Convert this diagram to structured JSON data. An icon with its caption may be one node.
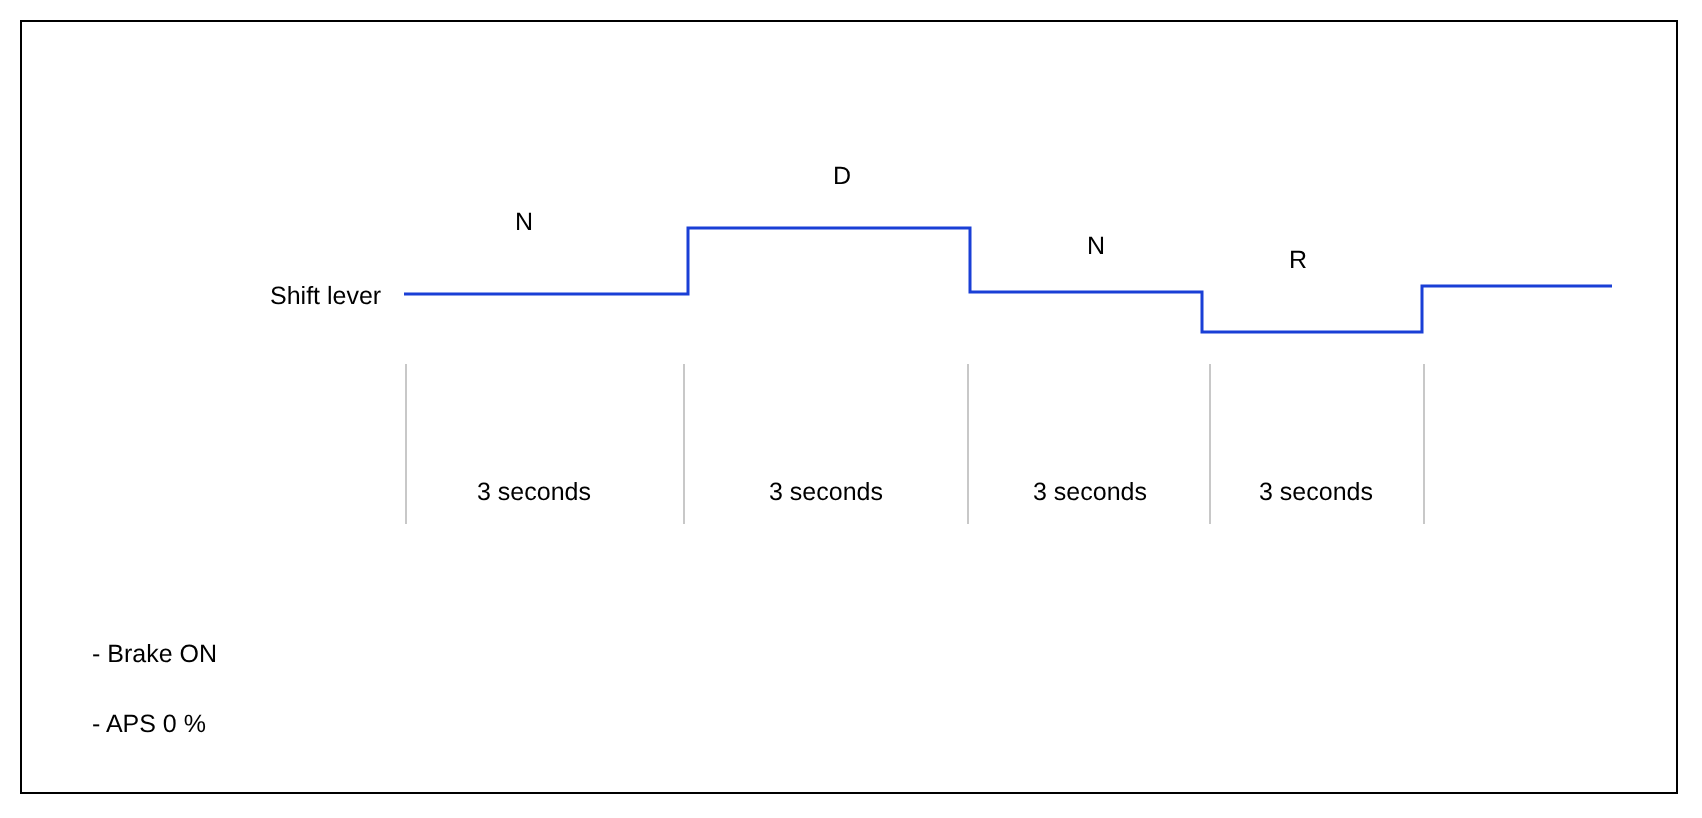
{
  "diagram": {
    "labels": [
      "Shift lever",
      "N",
      "D",
      "N",
      "R",
      "3 seconds",
      "3 seconds",
      "3 seconds",
      "3 seconds",
      "- Brake ON",
      "- APS 0 %"
    ]
  }
}
